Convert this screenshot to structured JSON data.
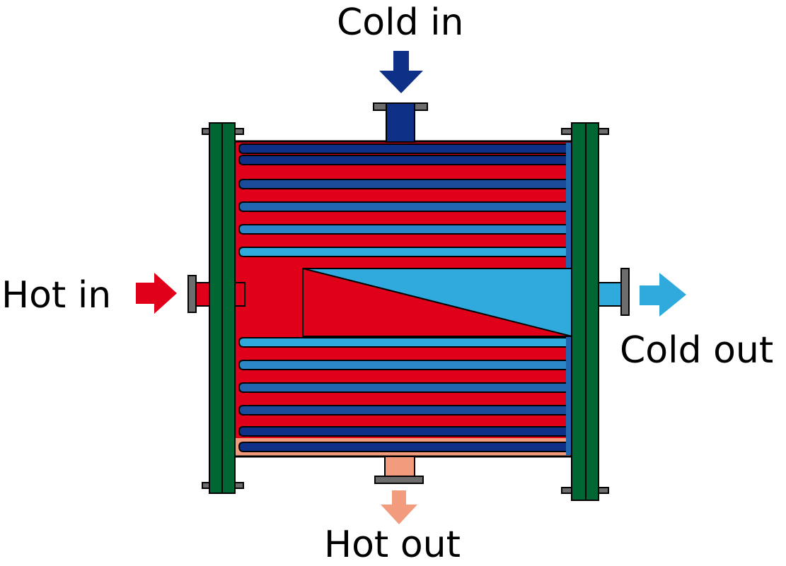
{
  "labels": {
    "cold_in": "Cold in",
    "hot_in": "Hot in",
    "cold_out": "Cold out",
    "hot_out": "Hot out"
  },
  "icons": [
    "arrow-down-icon",
    "arrow-right-icon"
  ],
  "colors": {
    "hot": "#e1001a",
    "hot_out": "#f29c7d",
    "cold": "#0e3187",
    "cold_mid1": "#1a4a9a",
    "cold_mid2": "#2266b0",
    "cold_mid3": "#2b87c8",
    "cold_out": "#30aadd",
    "flange": "#006633",
    "bolt": "#6d6d6d",
    "outline": "#000000"
  }
}
